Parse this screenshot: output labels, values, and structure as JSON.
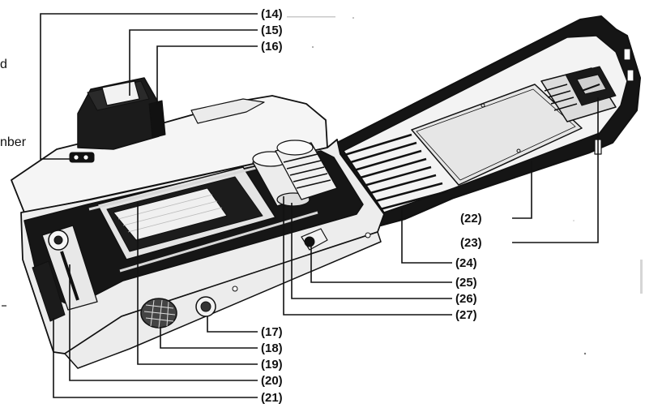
{
  "edge_fragments": {
    "upper": "d",
    "lower": "nber"
  },
  "callouts": [
    {
      "id": "14",
      "label": "(14)"
    },
    {
      "id": "15",
      "label": "(15)"
    },
    {
      "id": "16",
      "label": "(16)"
    },
    {
      "id": "17",
      "label": "(17)"
    },
    {
      "id": "18",
      "label": "(18)"
    },
    {
      "id": "19",
      "label": "(19)"
    },
    {
      "id": "20",
      "label": "(20)"
    },
    {
      "id": "21",
      "label": "(21)"
    },
    {
      "id": "22",
      "label": "(22)"
    },
    {
      "id": "23",
      "label": "(23)"
    },
    {
      "id": "24",
      "label": "(24)"
    },
    {
      "id": "25",
      "label": "(25)"
    },
    {
      "id": "26",
      "label": "(26)"
    },
    {
      "id": "27",
      "label": "(27)"
    }
  ]
}
